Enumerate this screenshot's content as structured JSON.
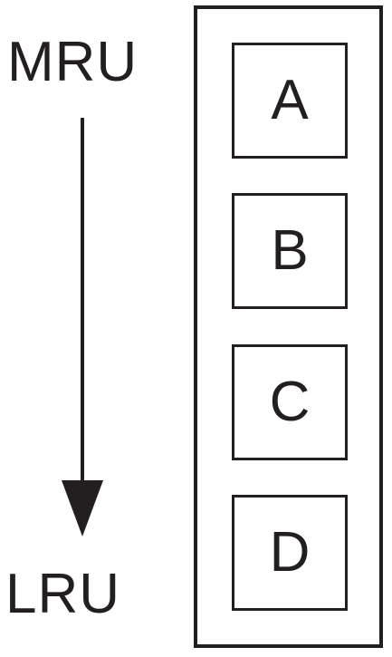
{
  "labels": {
    "top": "MRU",
    "bottom": "LRU"
  },
  "stack": {
    "items": [
      "A",
      "B",
      "C",
      "D"
    ]
  },
  "colors": {
    "ink": "#231f20",
    "background": "#ffffff"
  }
}
